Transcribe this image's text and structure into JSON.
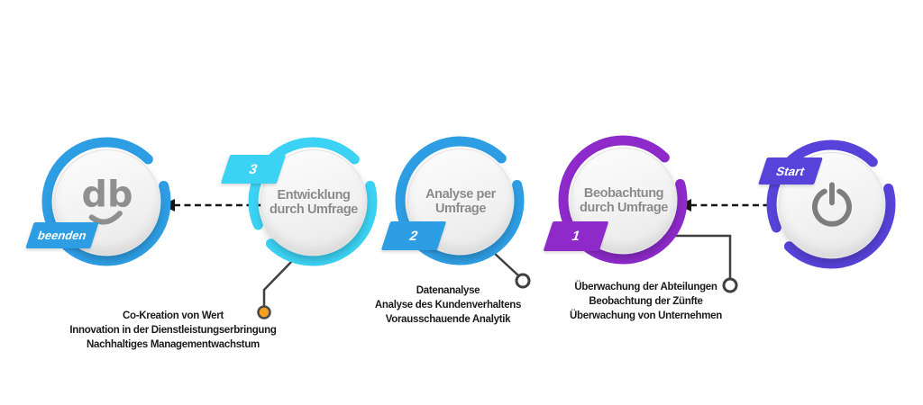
{
  "diagram": {
    "nodes": [
      {
        "badge": "beenden",
        "color": "#2E9EE4",
        "icon": "db-logo"
      },
      {
        "badge": "3",
        "color": "#3BD2F3",
        "title_line1": "Entwicklung",
        "title_line2": "durch Umfrage"
      },
      {
        "badge": "2",
        "color": "#2E9EE4",
        "title_line1": "Analyse per",
        "title_line2": "Umfrage"
      },
      {
        "badge": "1",
        "color": "#8D2AC9",
        "title_line1": "Beobachtung",
        "title_line2": "durch Umfrage"
      },
      {
        "badge": "Start",
        "color": "#5743D9",
        "icon": "power"
      }
    ],
    "annotations": [
      {
        "lines": [
          "Co-Kreation von Wert",
          "Innovation in der Dienstleistungserbringung",
          "Nachhaltiges Managementwachstum"
        ],
        "marker": "orange-dot"
      },
      {
        "lines": [
          "Datenanalyse",
          "Analyse des Kundenverhaltens",
          "Vorausschauende Analytik"
        ],
        "marker": "open-dot"
      },
      {
        "lines": [
          "Überwachung der Abteilungen",
          "Beobachtung der Zünfte",
          "Überwachung von Unternehmen"
        ],
        "marker": "open-dot"
      }
    ],
    "colors": {
      "connector": "#3F3F3F",
      "arrow": "#161616",
      "marker_orange": "#F6A01F",
      "marker_white": "#FFFFFF",
      "title_text": "#8A8A8A",
      "annotation_text": "#1B1B1B",
      "icon_gray": "#8F8F8F"
    }
  }
}
